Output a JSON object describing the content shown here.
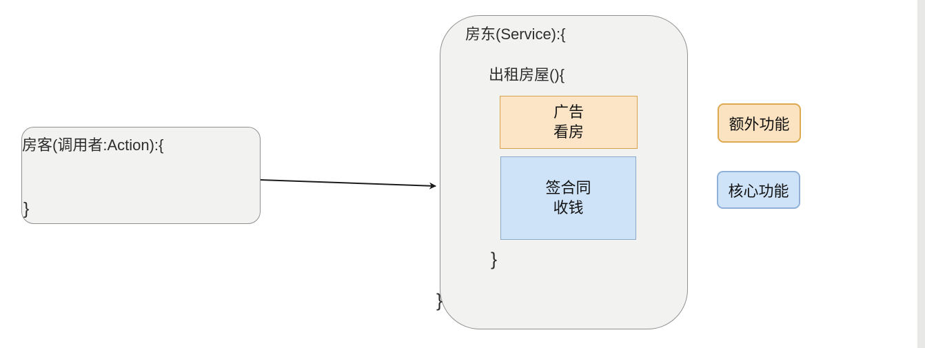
{
  "canvas": {
    "caller_box": {
      "title": "房客(调用者:Action):{",
      "closing_brace": "}"
    },
    "service_box": {
      "title": "房东(Service):{",
      "method_signature": "出租房屋(){",
      "extra_function_block": {
        "line1": "广告",
        "line2": "看房"
      },
      "core_function_block": {
        "line1": "签合同",
        "line2": "收钱"
      },
      "method_closing_brace": "}",
      "class_closing_brace": "}"
    },
    "legend": {
      "extra_label": "额外功能",
      "core_label": "核心功能"
    },
    "colors": {
      "extra_fill": "#fbe5c6",
      "extra_border": "#d9a24a",
      "core_fill": "#cfe3f8",
      "core_border": "#8aa7c8",
      "container_fill": "#f2f2f1",
      "container_border": "#8f8f8f",
      "arrow": "#1a1a1a",
      "scroll_strip": "#e8e8e6"
    }
  }
}
